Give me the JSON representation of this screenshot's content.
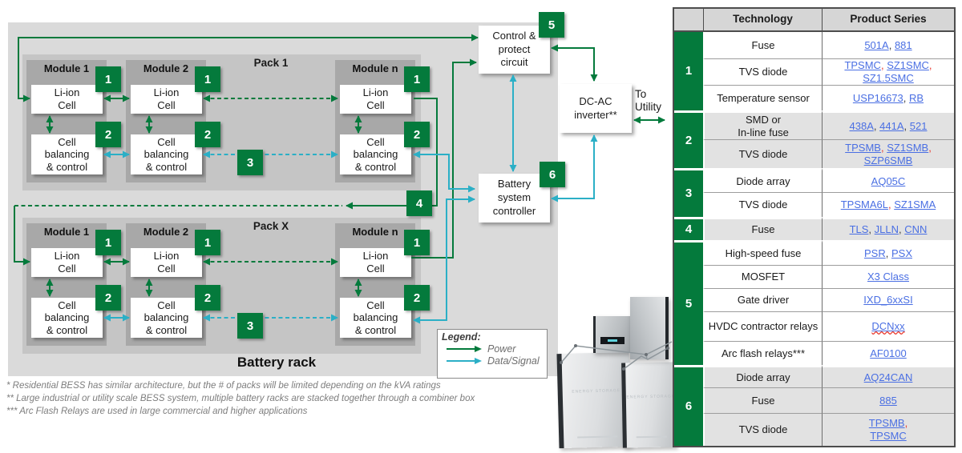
{
  "diagram": {
    "pack1_label": "Pack 1",
    "packx_label": "Pack X",
    "module_titles": [
      "Module 1",
      "Module 2",
      "Module n"
    ],
    "cell_box": "Li-ion\nCell",
    "bal_box": "Cell\nbalancing\n& control",
    "badge_cell": "1",
    "badge_bal": "2",
    "badge_pack_link": "3",
    "badge_interpack": "4",
    "badge_control": "5",
    "badge_bsc": "6",
    "control_box": "Control &\nprotect\ncircuit",
    "inverter_box": "DC-AC\ninverter**",
    "bsc_box": "Battery\nsystem\ncontroller",
    "to_utility": "To\nUtility",
    "battery_rack": "Battery rack",
    "legend": {
      "title": "Legend:",
      "power": "Power",
      "data_signal": "Data/Signal"
    }
  },
  "footnotes": [
    "* Residential BESS  has similar architecture, but the # of packs will be limited depending on the kVA ratings",
    "** Large industrial or utility scale BESS system, multiple battery racks are stacked together through a combiner box",
    "*** Arc Flash Relays are used in large commercial and higher applications"
  ],
  "product_photo": {
    "label": "ENERGY STORAGE"
  },
  "table": {
    "headers": [
      "Technology",
      "Product Series"
    ],
    "groups": [
      {
        "num": "1",
        "shaded": false,
        "rows": [
          {
            "tech": "Fuse",
            "links": [
              "501A",
              "881"
            ],
            "sep_red": false
          },
          {
            "tech": "TVS diode",
            "links": [
              "TPSMC",
              "SZ1SMC",
              "SZ1.5SMC"
            ],
            "sep_red": true,
            "break_after": 2
          },
          {
            "tech": "Temperature sensor",
            "links": [
              "USP16673",
              "RB"
            ],
            "sep_red": false
          }
        ]
      },
      {
        "num": "2",
        "shaded": true,
        "rows": [
          {
            "tech": "SMD or\nIn-line fuse",
            "links": [
              "438A",
              "441A",
              "521"
            ],
            "sep_red": false
          },
          {
            "tech": "TVS diode",
            "links": [
              "TPSMB",
              "SZ1SMB",
              "SZP6SMB"
            ],
            "sep_red": true,
            "break_after": 2
          }
        ]
      },
      {
        "num": "3",
        "shaded": false,
        "rows": [
          {
            "tech": "Diode array",
            "links": [
              "AQ05C"
            ],
            "sep_red": false
          },
          {
            "tech": "TVS diode",
            "links": [
              "TPSMA6L",
              "SZ1SMA"
            ],
            "sep_red": true
          }
        ]
      },
      {
        "num": "4",
        "shaded": true,
        "rows": [
          {
            "tech": "Fuse",
            "links": [
              "TLS",
              "JLLN",
              "CNN"
            ],
            "sep_red": false
          }
        ]
      },
      {
        "num": "5",
        "shaded": false,
        "rows": [
          {
            "tech": "High-speed fuse",
            "links": [
              "PSR",
              "PSX"
            ],
            "sep_red": false
          },
          {
            "tech": "MOSFET",
            "links": [
              "X3 Class"
            ],
            "sep_red": false
          },
          {
            "tech": "Gate driver",
            "links": [
              "IXD_6xxSI"
            ],
            "sep_red": false
          },
          {
            "tech": "HVDC contractor relays",
            "links": [
              "DCNxx"
            ],
            "sep_red": false,
            "squiggle": true
          },
          {
            "tech": "Arc flash relays***",
            "links": [
              "AF0100"
            ],
            "sep_red": false
          }
        ]
      },
      {
        "num": "6",
        "shaded": true,
        "rows": [
          {
            "tech": "Diode array",
            "links": [
              "AQ24CAN"
            ],
            "sep_red": false
          },
          {
            "tech": "Fuse",
            "links": [
              "885"
            ],
            "sep_red": false
          },
          {
            "tech": "TVS diode",
            "links": [
              "TPSMB",
              "TPSMC"
            ],
            "sep_red": true,
            "break_after": 1
          }
        ]
      }
    ]
  },
  "colors": {
    "green": "#047a3c",
    "cyan": "#2bafc6",
    "link_blue": "#4a6fe3",
    "separator_red": "#e8392e"
  }
}
